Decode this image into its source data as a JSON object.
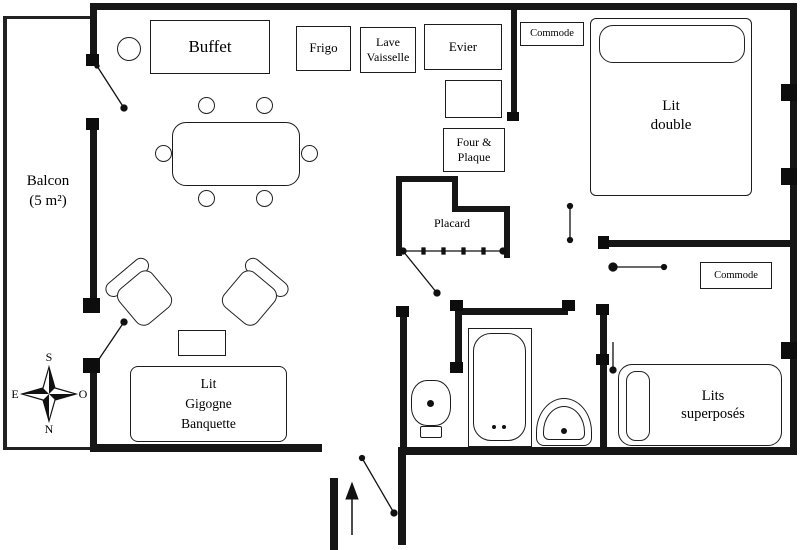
{
  "balcony": {
    "name": "Balcon",
    "area": "(5 m²)"
  },
  "kitchen": {
    "buffet": "Buffet",
    "frigo": "Frigo",
    "lave_vaisselle": [
      "Lave",
      "Vaisselle"
    ],
    "evier": "Evier",
    "four_plaque": [
      "Four &",
      "Plaque"
    ]
  },
  "bedroom_double": {
    "commode": "Commode",
    "bed": [
      "Lit",
      "double"
    ]
  },
  "hallway": {
    "placard": "Placard"
  },
  "bedroom_bunk": {
    "commode": "Commode",
    "bed": [
      "Lits",
      "superposés"
    ]
  },
  "living_room": {
    "bed": [
      "Lit",
      "Gigogne",
      "Banquette"
    ]
  },
  "compass": {
    "north": "N",
    "south": "S",
    "east": "E",
    "west": "O"
  }
}
